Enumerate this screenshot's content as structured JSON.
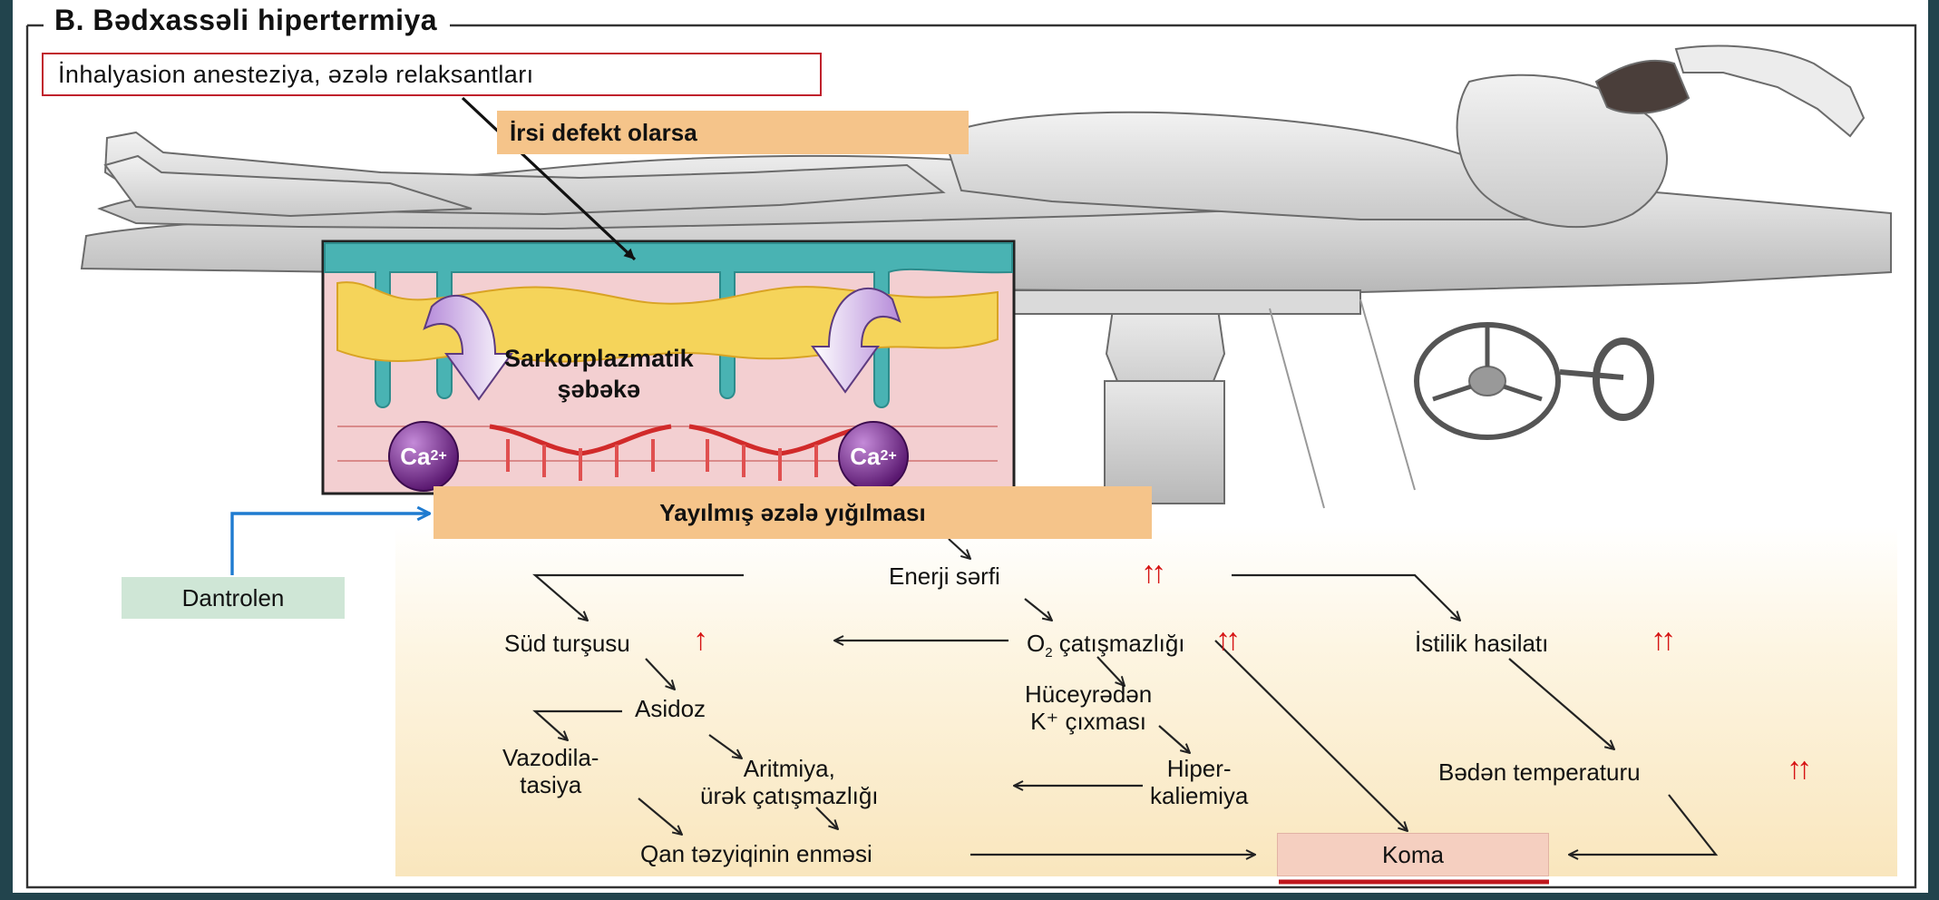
{
  "title": "B. Bədxassəli hipertermiya",
  "trigger_label": "İnhalyasion anesteziya, əzələ relaksantları",
  "defect_label": "İrsi defekt olarsa",
  "sr_label_line1": "Sarkorplazmatik",
  "sr_label_line2": "şəbəkə",
  "ion_label": "Ca",
  "ion_charge": "2+",
  "contraction_label": "Yayılmış əzələ yığılması",
  "drug_label": "Dantrolen",
  "nodes": {
    "energy": "Enerji sərfi",
    "lactic": "Süd turşusu",
    "o2_main": "O",
    "o2_sub": "2",
    "o2_rest": " çatışmazlığı",
    "heat": "İstilik hasilatı",
    "acidosis": "Asidoz",
    "k_out_line1": "Hüceyrədən",
    "k_out_line2": "K⁺ çıxması",
    "vaso_line1": "Vazodila-",
    "vaso_line2": "tasiya",
    "arrhythmia_line1": "Aritmiya,",
    "arrhythmia_line2": "ürək çatışmazlığı",
    "hyperk_line1": "Hiper-",
    "hyperk_line2": "kaliemiya",
    "body_temp": "Bədən temperaturu",
    "bp_drop": "Qan təzyiqinin enməsi",
    "coma": "Koma"
  },
  "increase_marks": {
    "energy": "↑↑",
    "lactic": "↑",
    "o2": "↑↑",
    "heat": "↑↑",
    "body_temp": "↑↑"
  },
  "colors": {
    "background": "#22444d",
    "accent_red": "#d61414",
    "trigger_border": "#c0202c",
    "label_orange": "#f5c48a",
    "drug_green": "#cfe6d6",
    "inhibit_blue": "#1f7bd0",
    "coma_fill": "#f5cfc0",
    "coma_underline": "#c0181e",
    "cycle_bg": "#fbefd0"
  }
}
